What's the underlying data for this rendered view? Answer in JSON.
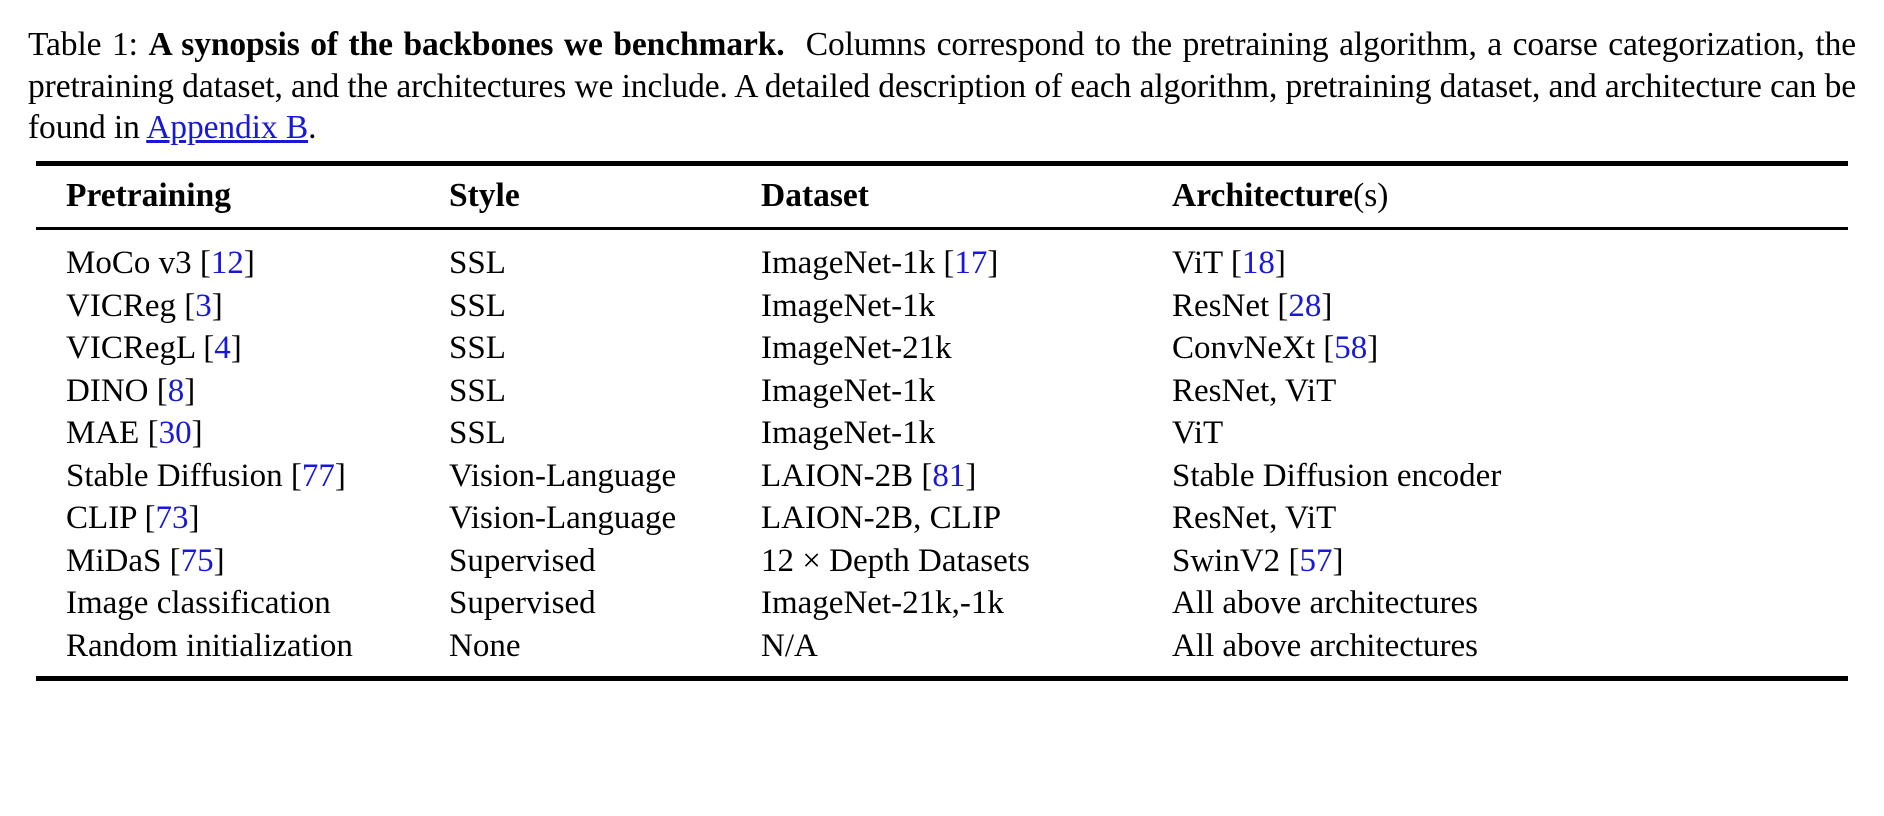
{
  "caption": {
    "label": "Table 1:",
    "bold_title": "A synopsis of the backbones we benchmark.",
    "rest_part1": "Columns correspond to the pretraining algorithm, a coarse categorization, the pretraining dataset, and the architectures we include. A detailed description of each algorithm, pretraining dataset, and architecture can be found in ",
    "appendix_link": "Appendix B",
    "rest_part2": "."
  },
  "colors": {
    "citation_blue": "#1818d8",
    "text_black": "#000000",
    "page_background": "#ffffff"
  },
  "table": {
    "headers": [
      "Pretraining",
      "Style",
      "Dataset",
      "Architecture(s)"
    ],
    "header_architecture_main": "Architecture",
    "header_architecture_suffix": "(s)",
    "rows": [
      {
        "pretraining": "MoCo v3",
        "pretraining_cite": "12",
        "style": "SSL",
        "dataset": "ImageNet-1k",
        "dataset_cite": "17",
        "architecture": "ViT",
        "architecture_cite": "18"
      },
      {
        "pretraining": "VICReg",
        "pretraining_cite": "3",
        "style": "SSL",
        "dataset": "ImageNet-1k",
        "dataset_cite": "",
        "architecture": "ResNet",
        "architecture_cite": "28"
      },
      {
        "pretraining": "VICRegL",
        "pretraining_cite": "4",
        "style": "SSL",
        "dataset": "ImageNet-21k",
        "dataset_cite": "",
        "architecture": "ConvNeXt",
        "architecture_cite": "58"
      },
      {
        "pretraining": "DINO",
        "pretraining_cite": "8",
        "style": "SSL",
        "dataset": "ImageNet-1k",
        "dataset_cite": "",
        "architecture": "ResNet, ViT",
        "architecture_cite": ""
      },
      {
        "pretraining": "MAE",
        "pretraining_cite": "30",
        "style": "SSL",
        "dataset": "ImageNet-1k",
        "dataset_cite": "",
        "architecture": "ViT",
        "architecture_cite": ""
      },
      {
        "pretraining": "Stable Diffusion",
        "pretraining_cite": "77",
        "style": "Vision-Language",
        "dataset": "LAION-2B",
        "dataset_cite": "81",
        "architecture": "Stable Diffusion encoder",
        "architecture_cite": ""
      },
      {
        "pretraining": "CLIP",
        "pretraining_cite": "73",
        "style": "Vision-Language",
        "dataset": "LAION-2B, CLIP",
        "dataset_cite": "",
        "architecture": "ResNet, ViT",
        "architecture_cite": ""
      },
      {
        "pretraining": "MiDaS",
        "pretraining_cite": "75",
        "style": "Supervised",
        "dataset": "12 × Depth Datasets",
        "dataset_cite": "",
        "architecture": "SwinV2",
        "architecture_cite": "57"
      },
      {
        "pretraining": "Image classification",
        "pretraining_cite": "",
        "style": "Supervised",
        "dataset": "ImageNet-21k,-1k",
        "dataset_cite": "",
        "architecture": "All above architectures",
        "architecture_cite": ""
      },
      {
        "pretraining": "Random initialization",
        "pretraining_cite": "",
        "style": "None",
        "dataset": "N/A",
        "dataset_cite": "",
        "architecture": "All above architectures",
        "architecture_cite": ""
      }
    ]
  }
}
